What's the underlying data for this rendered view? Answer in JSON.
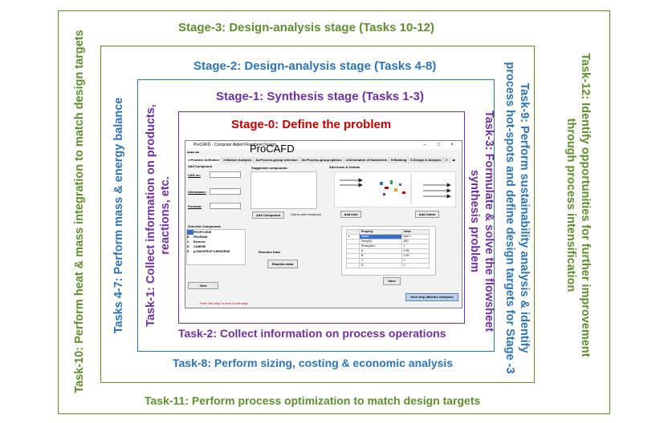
{
  "stages": {
    "stage3": "Stage-3: Design-analysis stage (Tasks 10-12)",
    "stage2": "Stage-2: Design-analysis stage (Tasks 4-8)",
    "stage1": "Stage-1: Synthesis stage (Tasks 1-3)",
    "stage0": "Stage-0: Define the problem"
  },
  "tasks": {
    "task10": "Task-10: Perform heat & mass integration to match design targets",
    "task4_7": "Tasks 4-7: Perform mass & energy balance",
    "task1_l1": "Task-1: Collect information on products,",
    "task1_l2": "reactions, etc.",
    "task3_l1": "Task-3: Formulate & solve the flowsheet",
    "task3_l2": "synthesis problem",
    "task9_l1": "Task-9: Perform sustainability analysis & identify",
    "task9_l2": "process hot-spots and define design targets for Stage -3",
    "task12_l1": "Task-12: Identify opportunities for further improvement",
    "task12_l2": "through process intensification",
    "task2": "Task-2: Collect information on process operations",
    "task8": "Task-8: Perform sizing, costing & economic analysis",
    "task11": "Task-11: Perform process optimization to match design targets"
  },
  "colors": {
    "outer": "#5e8e2e",
    "middle": "#2e74b5",
    "inner": "#7030a0",
    "core": "#c00000"
  },
  "software": {
    "window_title": "ProCAFD - Computer Aided Flowsheet Design",
    "label": "ProCAFD",
    "tabs": [
      "1:Problem Definition",
      "2:Mixture Analysis",
      "3a:Process-group selection",
      "3b:Process-group options",
      "4:Generation of flowsheets",
      "5:Ranking",
      "6:Design & Analysis"
    ],
    "tab_extra": "7:",
    "add_compound": {
      "heading": "Add Compound",
      "cas_label": "CAS no:",
      "chemname_label": "Chemname:",
      "formula_label": "Formula:"
    },
    "suggested_heading": "Suggested compounds:",
    "add_compound_button": "Add Compound",
    "click_hint": "Click to select compound",
    "selected_heading": "Selected Compounds",
    "selected_compounds": [
      {
        "key": "A",
        "name": "PROPYLENE"
      },
      {
        "key": "B",
        "name": "PROPANE"
      },
      {
        "key": "C",
        "name": "Benzene"
      },
      {
        "key": "D",
        "name": "CUMENE"
      },
      {
        "key": "E",
        "name": "p-DIISOPROPYLBENZENE"
      }
    ],
    "view_button": "View",
    "reaction_heading": "Reaction Data",
    "reaction_button": "Reaction data",
    "inlets_heading": "Add Inlets & Outlets",
    "add_inlet_button": "Add Inlet",
    "add_outlet_button": "Add Outlet",
    "property_table": {
      "headers": [
        "Property",
        "Value"
      ],
      "rows": [
        [
          "Name",
          "Inlet 1"
        ],
        [
          "Temp(K)",
          "300"
        ],
        [
          "Press(atm)",
          "1"
        ],
        [
          "A",
          "0.95"
        ],
        [
          "B",
          "0.05"
        ],
        [
          "C",
          "0"
        ],
        [
          "D",
          "0"
        ]
      ]
    },
    "save_button": "Save",
    "next_step_button": "Next step (Mixture Analysis)",
    "footer_note": "Press \"Next step\" to move to next stage"
  }
}
